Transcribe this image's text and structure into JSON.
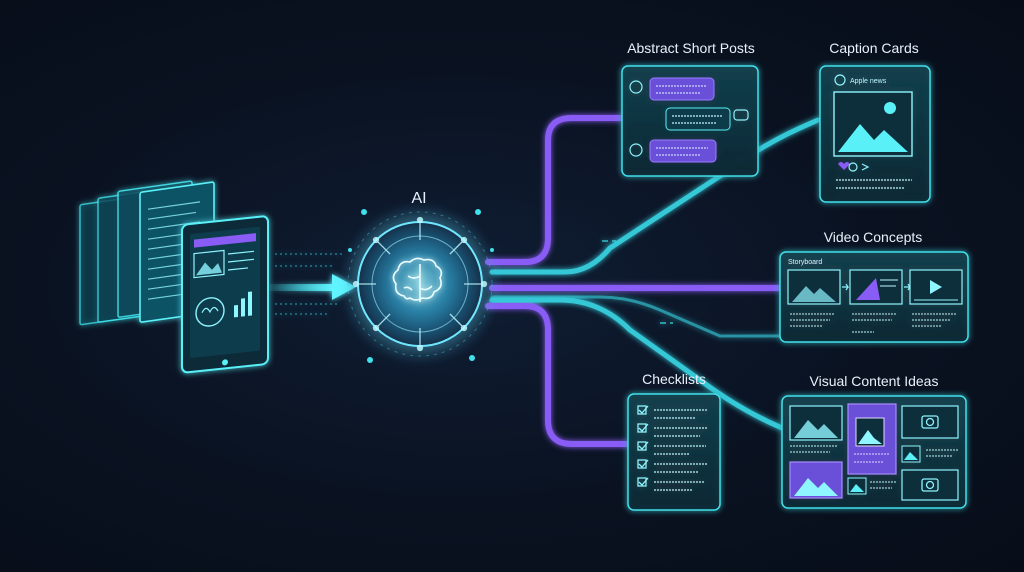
{
  "hub": {
    "label": "AI"
  },
  "outputs": {
    "abstract_short_posts": {
      "label": "Abstract Short Posts"
    },
    "caption_cards": {
      "label": "Caption Cards",
      "handle": "Apple news"
    },
    "video_concepts": {
      "label": "Video Concepts",
      "storyboard_label": "Storyboard"
    },
    "checklists": {
      "label": "Checklists"
    },
    "visual_content_ideas": {
      "label": "Visual Content Ideas"
    }
  },
  "colors": {
    "cyan": "#3fe0ea",
    "purple": "#8a5cf6",
    "background": "#0a1221",
    "panel": "#0f3340"
  },
  "icons": [
    "document-stack-icon",
    "tablet-icon",
    "brain-chip-icon",
    "chat-bubble-icon",
    "image-icon",
    "camera-icon",
    "play-icon",
    "checkbox-icon",
    "heart-icon"
  ]
}
